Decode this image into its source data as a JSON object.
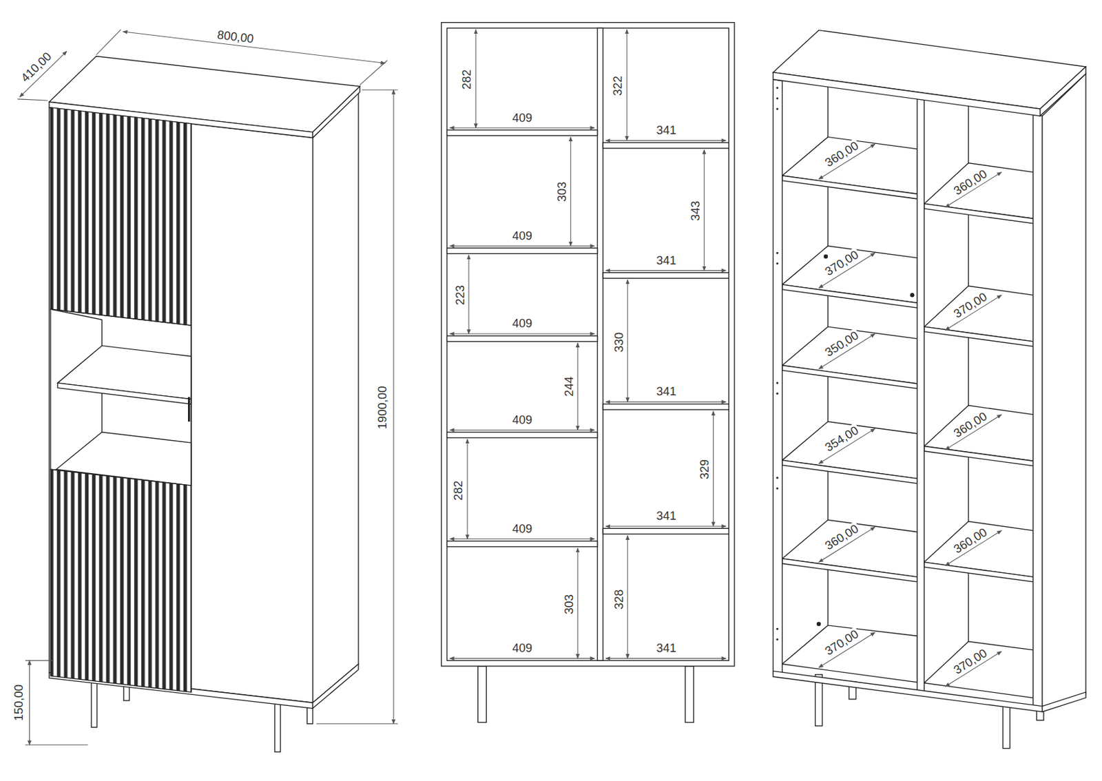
{
  "diagram": {
    "labels": [
      "800,00",
      "410,00",
      "1900,00",
      "150,00",
      "282",
      "409",
      "322",
      "341",
      "303",
      "409",
      "343",
      "341",
      "223",
      "409",
      "330",
      "341",
      "244",
      "409",
      "282",
      "409",
      "329",
      "341",
      "303",
      "409",
      "328",
      "341",
      "360,00",
      "360,00",
      "370,00",
      "370,00",
      "350,00",
      "360,00",
      "354,00",
      "360,00",
      "360,00",
      "370,00",
      "370,00"
    ]
  }
}
